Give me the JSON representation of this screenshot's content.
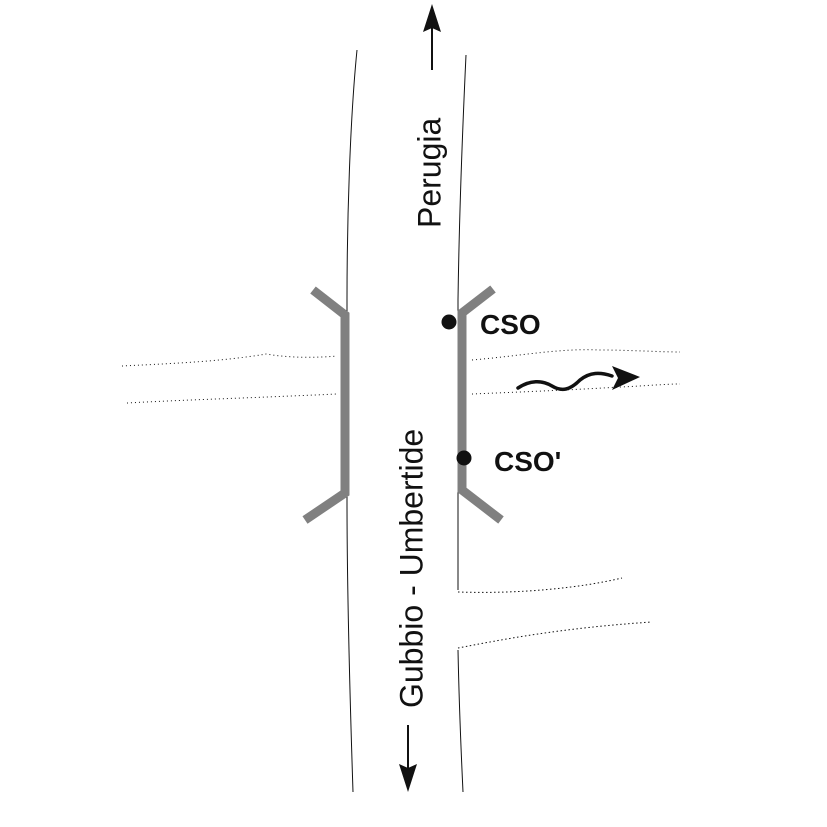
{
  "map": {
    "labels": {
      "north_destination": "Perugia",
      "south_destination": "Gubbio - Umbertide",
      "point_a": "CSO",
      "point_b": "CSO'"
    },
    "features": {
      "road": "road-lines",
      "bridge": "bridge-parapets",
      "stream": "watercourse-dotted",
      "side_road": "side-road-dotted",
      "flow": "flow-direction-arrow-icon",
      "north": "north-arrow-icon",
      "south": "south-arrow-icon"
    },
    "colors": {
      "lines": "#111111",
      "bridge": "#808080",
      "background": "#ffffff"
    }
  }
}
